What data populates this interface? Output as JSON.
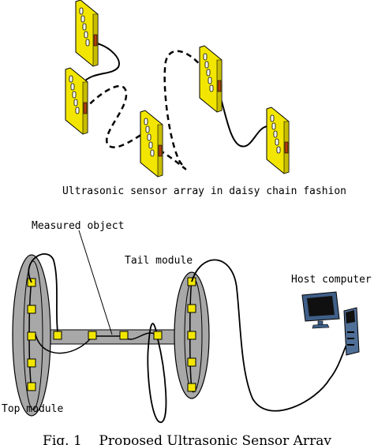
{
  "labels": {
    "daisy_chain": "Ultrasonic sensor array in daisy chain fashion",
    "measured_object": "Measured object",
    "tail_module": "Tail module",
    "host_computer": "Host computer",
    "top_module": "Top module",
    "caption": "Fig. 1    Proposed Ultrasonic Sensor Array"
  },
  "colors": {
    "sensor_board": "#f2e600",
    "port": "#b04010",
    "ring": "#a8a8a8",
    "bar": "#a8a8a8",
    "screen": "#101010",
    "monitor": "#3f5f87"
  }
}
